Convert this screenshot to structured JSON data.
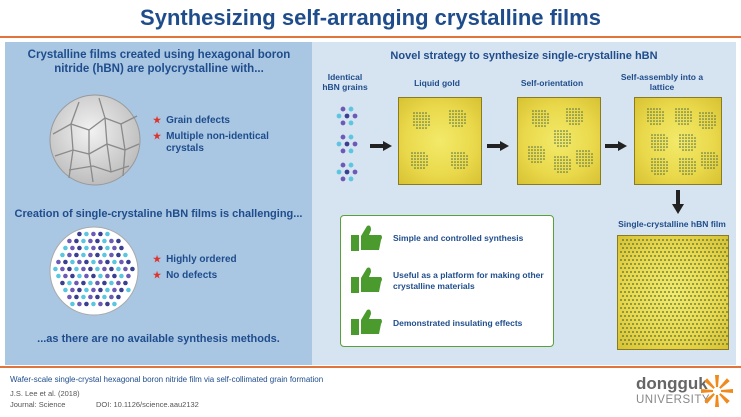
{
  "title": "Synthesizing self-arranging crystalline films",
  "left": {
    "heading1": "Crystalline films created using hexagonal boron nitride (hBN) are polycrystalline with...",
    "bullets1": [
      "Grain defects",
      "Multiple non-identical crystals"
    ],
    "heading2": "Creation of single-crystaline hBN films is challenging...",
    "bullets2": [
      "Highly ordered",
      "No defects"
    ],
    "closing": "...as there are no available synthesis methods."
  },
  "right": {
    "heading": "Novel strategy to synthesize single-crystalline hBN",
    "steps": [
      "Identical hBN grains",
      "Liquid gold",
      "Self-orientation",
      "Self-assembly into a lattice"
    ],
    "film_label": "Single-crystalline hBN film",
    "benefits": [
      "Simple and controlled synthesis",
      "Useful as a platform for making other crystalline materials",
      "Demonstrated insulating effects"
    ]
  },
  "footer": {
    "paper_title": "Wafer-scale single-crystal hexagonal boron nitride film via self-collimated grain formation",
    "authors": "J.S. Lee et al. (2018)",
    "journal": "Journal: Science",
    "doi": "DOI: 10.1126/science.aau2132",
    "logo_name": "dongguk",
    "logo_sub": "UNIVERSITY"
  },
  "colors": {
    "title_blue": "#1f4d8c",
    "accent_orange": "#e0743a",
    "star_red": "#e0312b",
    "thumb_green": "#4a9a2e",
    "gold": "#e9d84a"
  }
}
